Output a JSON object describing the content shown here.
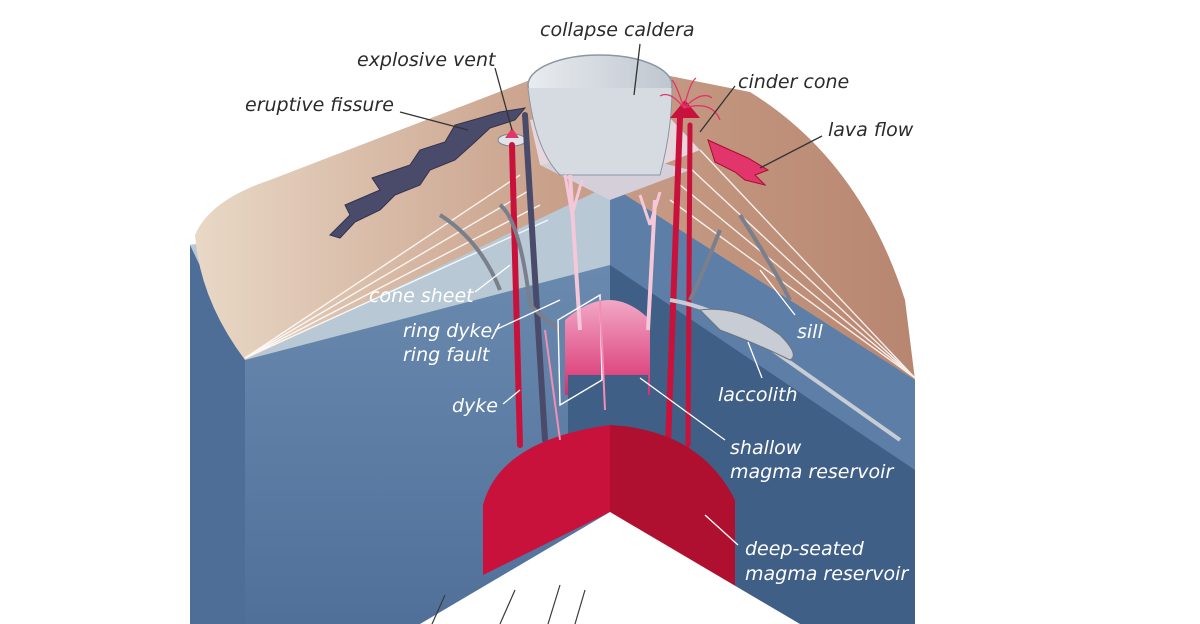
{
  "labels": {
    "collapse_caldera": "collapse caldera",
    "explosive_vent": "explosive vent",
    "eruptive_fissure": "eruptive fissure",
    "cinder_cone": "cinder cone",
    "lava_flow": "lava flow",
    "cone_sheet": "cone sheet",
    "ring_dyke_line1": "ring dyke/",
    "ring_dyke_line2": "ring fault",
    "dyke": "dyke",
    "sill": "sill",
    "laccolith": "laccolith",
    "shallow_line1": "shallow",
    "shallow_line2": "magma reservoir",
    "deep_line1": "deep-seated",
    "deep_line2": "magma reservoir"
  },
  "colors": {
    "surface": "#c9a68e",
    "crust_light": "#b9cad6",
    "crust_dark": "#5f7fa3",
    "crust_deep": "#3f5f86",
    "magma": "#c8123c",
    "magma_pink": "#e85a8c",
    "fissure": "#4a4a6a"
  }
}
